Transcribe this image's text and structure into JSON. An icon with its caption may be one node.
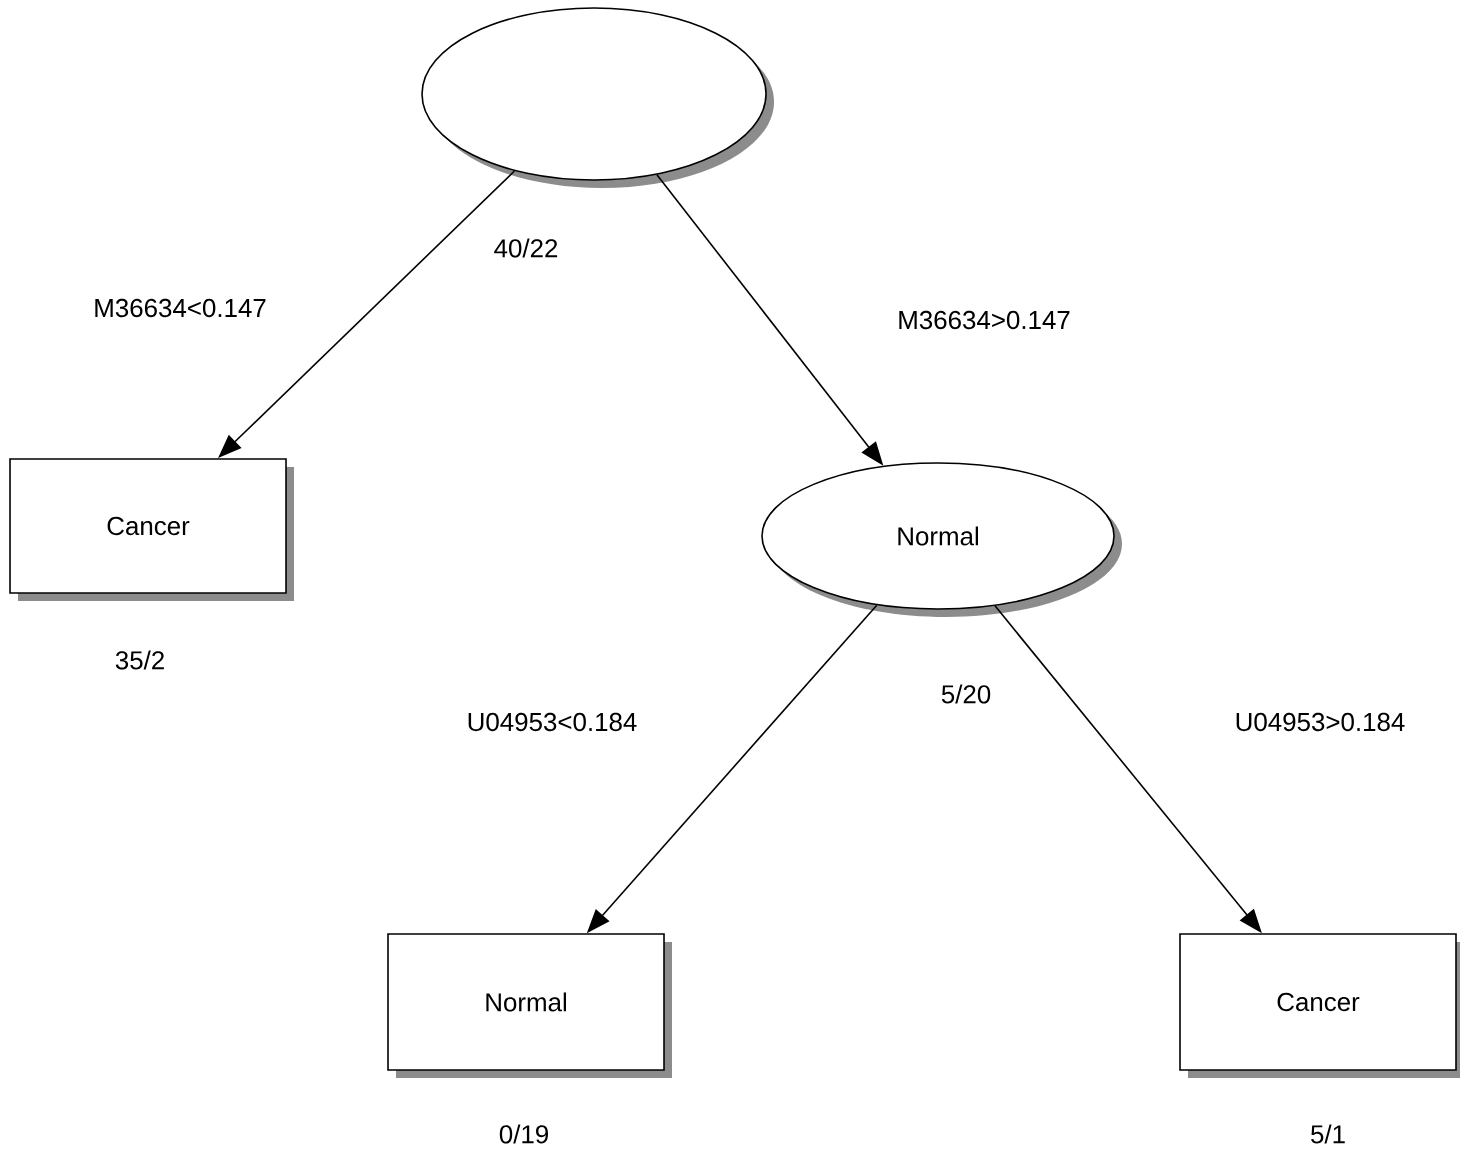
{
  "diagram": {
    "nodes": [
      {
        "text": [],
        "shape": "ellipse",
        "beside": [
          "40/22"
        ]
      },
      {
        "text": [
          "Cancer"
        ],
        "beside": [
          "35/2"
        ]
      },
      {
        "text": [
          "Normal"
        ],
        "beside": [
          "5/20"
        ]
      },
      {
        "text": [
          "Normal"
        ],
        "beside": [
          "0/19"
        ]
      },
      {
        "text": [
          "Cancer"
        ],
        "beside": [
          "5/1"
        ]
      }
    ],
    "edges": [
      {
        "from": 0,
        "to": 1,
        "arrow": "to",
        "label": "M36634<0.147"
      },
      {
        "from": 0,
        "to": 2,
        "arrow": "to",
        "label": "M36634>0.147"
      },
      {
        "from": 2,
        "to": 3,
        "arrow": "to",
        "label": "U04953<0.184"
      },
      {
        "from": 2,
        "to": 4,
        "arrow": "to",
        "label": "U04953>0.184"
      }
    ]
  }
}
